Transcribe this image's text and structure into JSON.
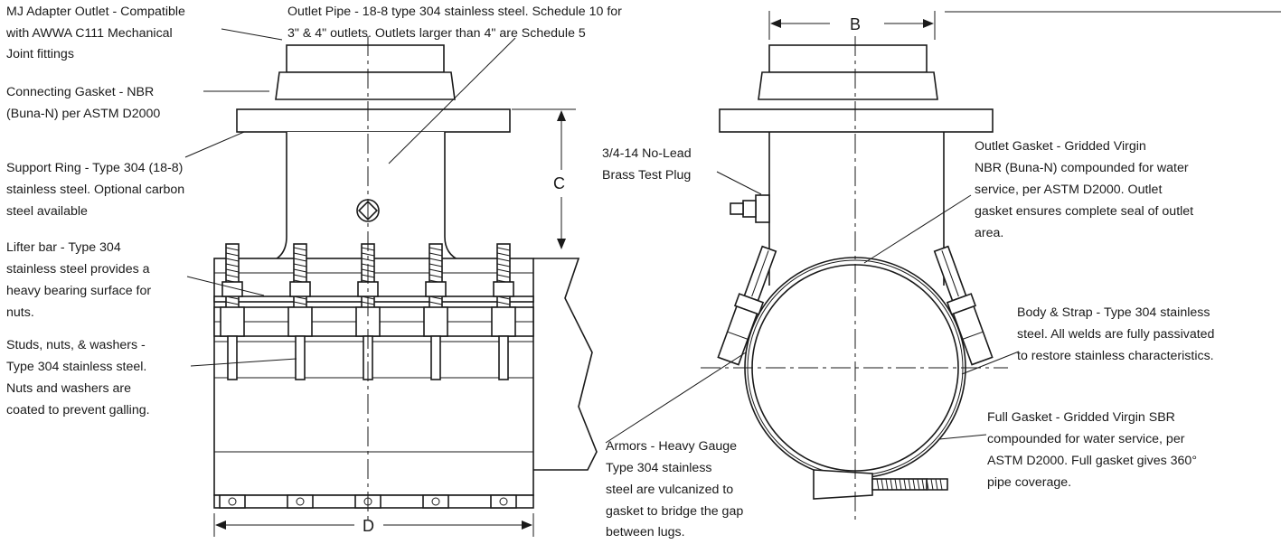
{
  "labels": {
    "mj_adapter": [
      "MJ Adapter Outlet - Compatible",
      "with AWWA C111 Mechanical",
      "Joint fittings"
    ],
    "outlet_pipe": [
      "Outlet Pipe - 18-8 type 304 stainless steel. Schedule 10 for",
      "3\" & 4\" outlets. Outlets larger than 4\" are Schedule 5"
    ],
    "connecting_gasket": [
      "Connecting Gasket - NBR",
      "(Buna-N) per ASTM D2000"
    ],
    "support_ring": [
      "Support Ring - Type 304 (18-8)",
      "stainless steel. Optional carbon",
      "steel available"
    ],
    "lifter_bar": [
      "Lifter bar - Type 304",
      "stainless steel provides a",
      "heavy bearing surface for",
      "nuts."
    ],
    "studs": [
      "Studs, nuts, & washers -",
      "Type 304 stainless steel.",
      "Nuts and washers are",
      "coated to prevent galling."
    ],
    "test_plug": [
      "3/4-14 No-Lead",
      "Brass Test Plug"
    ],
    "outlet_gasket": [
      "Outlet Gasket - Gridded Virgin",
      "NBR (Buna-N) compounded for water",
      "service, per ASTM D2000.  Outlet",
      "gasket ensures complete seal of outlet",
      "area."
    ],
    "body_strap": [
      "Body & Strap - Type 304 stainless",
      "steel. All welds are fully passivated",
      "to restore stainless characteristics."
    ],
    "full_gasket": [
      "Full Gasket - Gridded Virgin SBR",
      "compounded for water service, per",
      "ASTM D2000.  Full gasket gives 360°",
      "pipe coverage."
    ],
    "armors": [
      "Armors - Heavy Gauge",
      "Type 304 stainless",
      "steel are vulcanized to",
      "gasket to bridge the gap",
      "between lugs."
    ]
  },
  "dimensions": {
    "b": "B",
    "c": "C",
    "d": "D"
  }
}
